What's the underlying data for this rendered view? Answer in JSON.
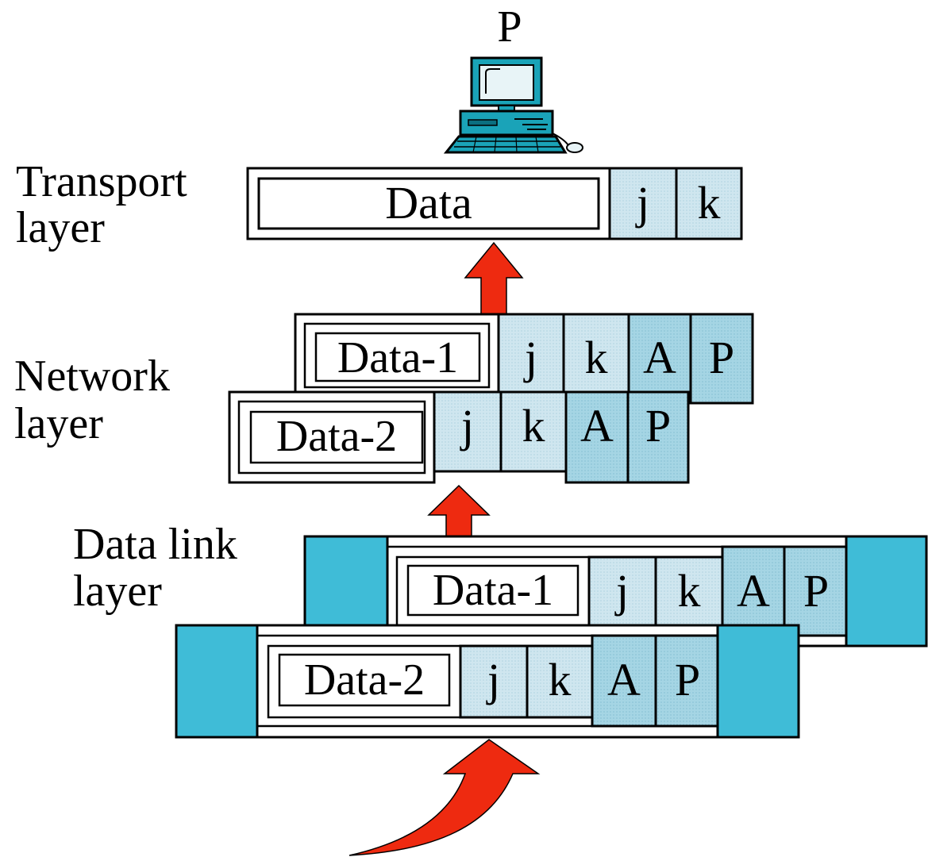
{
  "host": {
    "label": "P",
    "icon": "computer-icon"
  },
  "layers": {
    "transport": {
      "label_line1": "Transport",
      "label_line2": "layer",
      "data": "Data",
      "fields": [
        "j",
        "k"
      ]
    },
    "network": {
      "label_line1": "Network",
      "label_line2": "layer",
      "packet1": {
        "data": "Data-1",
        "fields": [
          "j",
          "k",
          "A",
          "P"
        ]
      },
      "packet2": {
        "data": "Data-2",
        "fields": [
          "j",
          "k",
          "A",
          "P"
        ]
      }
    },
    "datalink": {
      "label_line1": "Data link",
      "label_line2": "layer",
      "frame1": {
        "data": "Data-1",
        "fields": [
          "j",
          "k",
          "A",
          "P"
        ]
      },
      "frame2": {
        "data": "Data-2",
        "fields": [
          "j",
          "k",
          "A",
          "P"
        ]
      }
    }
  },
  "colors": {
    "transport_header": "#cfe6ef",
    "network_header": "#a5d5e4",
    "frame_trailer": "#3fbcd7",
    "arrow": "#ee2a10"
  }
}
